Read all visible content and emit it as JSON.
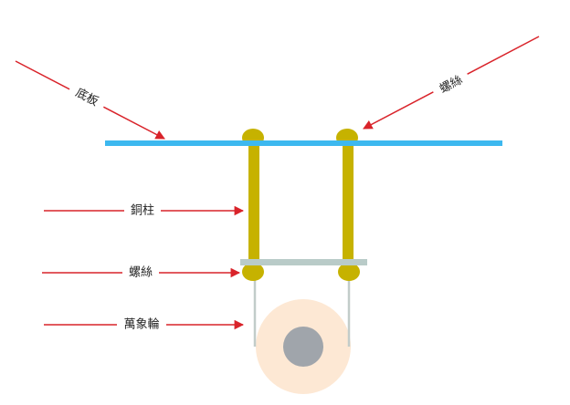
{
  "labels": {
    "base_plate": "底板",
    "screw_top": "螺絲",
    "copper_pillar": "銅柱",
    "screw_bottom": "螺絲",
    "caster_wheel": "萬象輪"
  },
  "colors": {
    "arrow": "#d9232a",
    "base_plate": "#3db8ef",
    "pillar": "#c6b200",
    "bracket": "#b9cbc8",
    "wire": "#c2ccc9",
    "wheel_outer": "#fde8d4",
    "wheel_hub": "#a0a5ab"
  }
}
